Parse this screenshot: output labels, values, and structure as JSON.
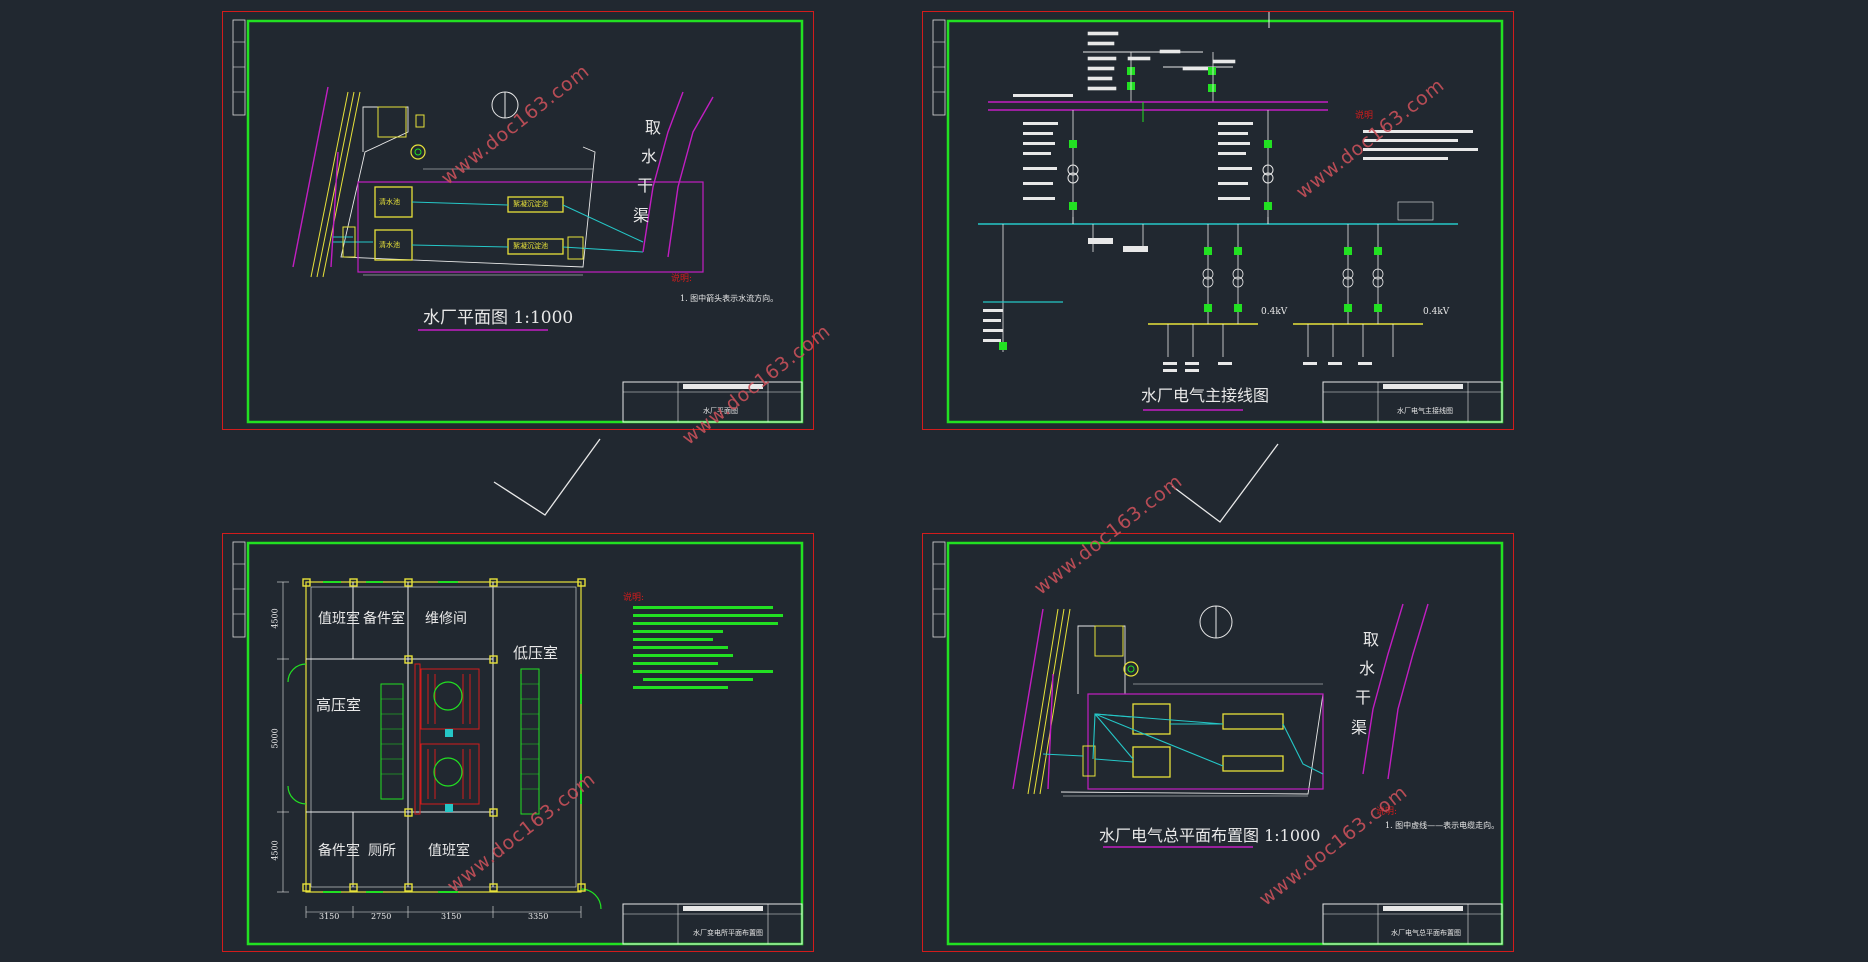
{
  "sheets": [
    {
      "id": "plant-plan",
      "title": "水厂平面图 1:1000",
      "canal_chars": [
        "取",
        "水",
        "干",
        "渠"
      ],
      "note_label": "说明:",
      "note_line": "1. 图中箭头表示水流方向。",
      "title_block": "水厂平面图",
      "building_labels": [
        "清水池",
        "清水池",
        "絮凝沉淀池",
        "絮凝沉淀池"
      ]
    },
    {
      "id": "main-wiring",
      "title": "水厂电气主接线图",
      "voltage_left": "0.4kV",
      "voltage_right": "0.4kV",
      "note_label": "说明",
      "title_block": "水厂电气主接线图"
    },
    {
      "id": "substation-layout",
      "title_block": "水厂变电所平面布置图",
      "rooms": [
        "值班室",
        "备件室",
        "维修间",
        "低压室",
        "高压室",
        "备件室",
        "厕所",
        "值班室"
      ],
      "dims_bottom": [
        "3150",
        "2750",
        "3150",
        "3350"
      ],
      "dims_side": [
        "4500",
        "5000",
        "4500"
      ],
      "note_label": "说明:"
    },
    {
      "id": "electrical-layout",
      "title": "水厂电气总平面布置图 1:1000",
      "canal_chars": [
        "取",
        "水",
        "干",
        "渠"
      ],
      "note_label": "说明:",
      "note_line": "1. 图中虚线——表示电缆走向。",
      "title_block": "水厂电气总平面布置图"
    }
  ],
  "watermark": "www.doc163.com",
  "colors": {
    "background": "#212830",
    "frame": "#d21c1c",
    "border": "#22e022",
    "magenta": "#c21ec2",
    "yellow": "#e8e23a",
    "cyan": "#25c7c7",
    "white": "#e8e8e8"
  }
}
